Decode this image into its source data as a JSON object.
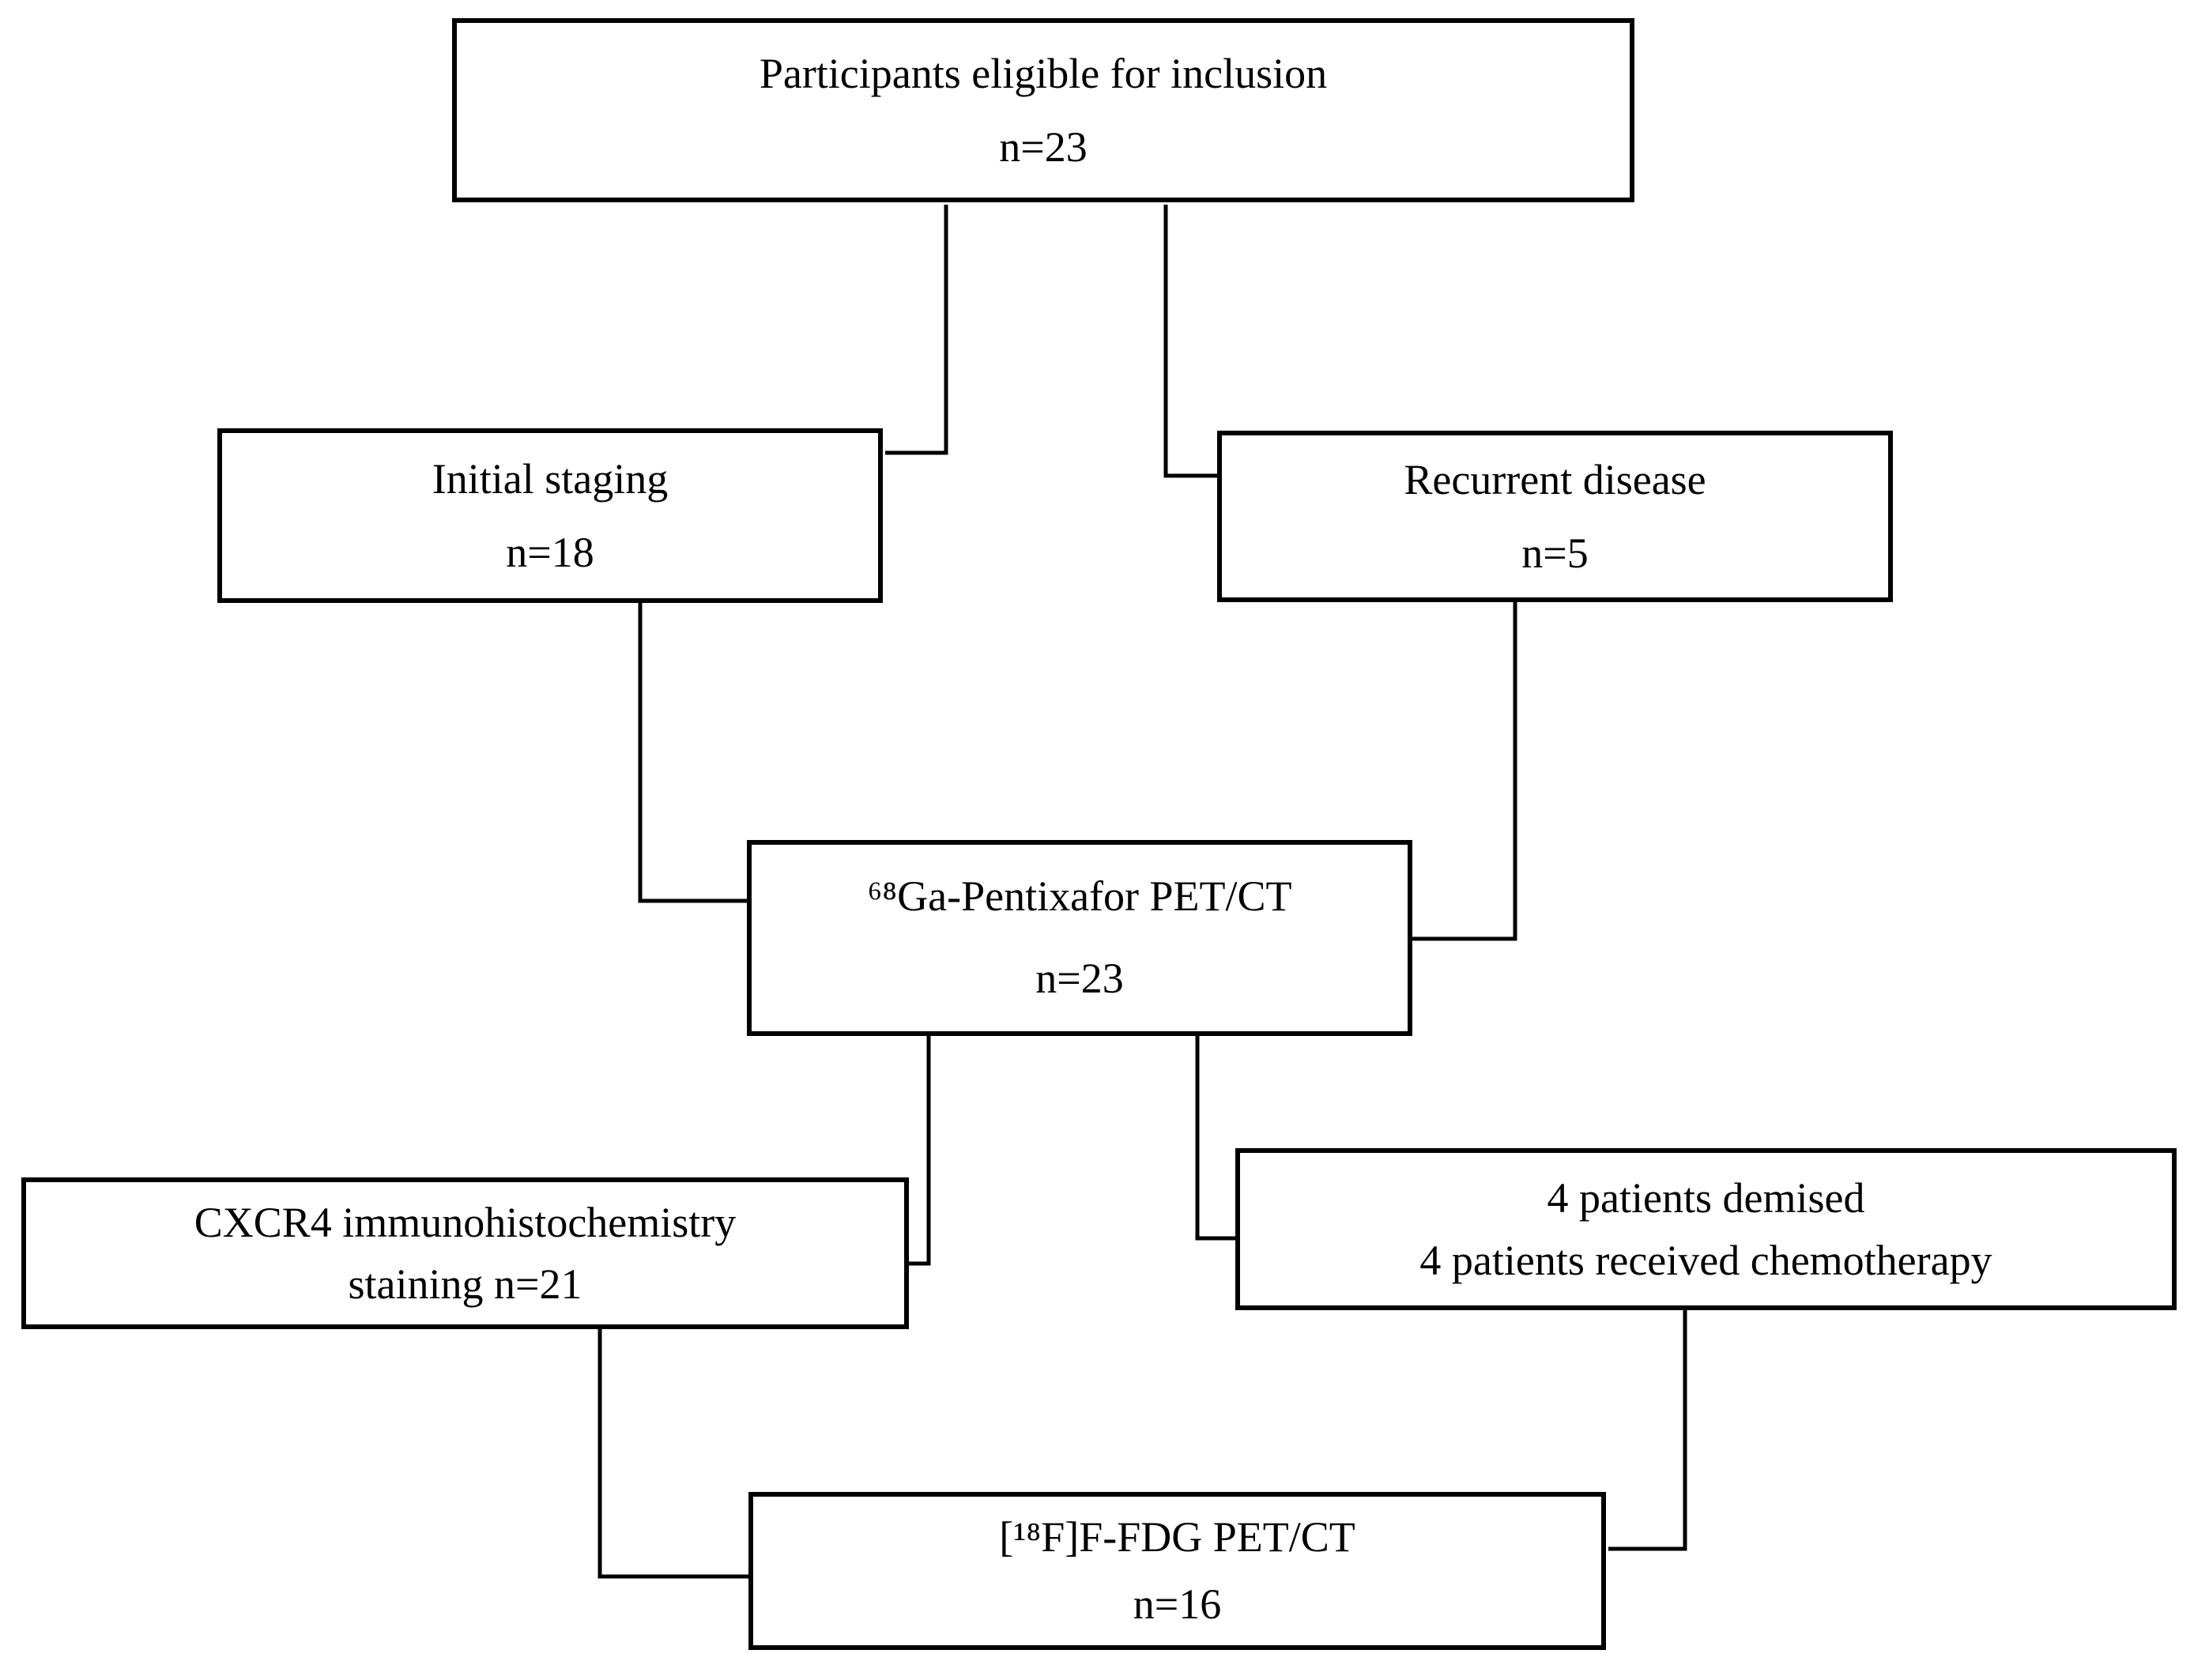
{
  "figure": {
    "type": "participant-flow-diagram",
    "background_color": "#ffffff",
    "line_color": "#000000",
    "nodes": {
      "eligible": {
        "line1": "Participants eligible for inclusion",
        "line2": "n=23"
      },
      "initial": {
        "line1": "Initial staging",
        "line2": "n=18"
      },
      "recurrent": {
        "line1": "Recurrent disease",
        "line2": "n=5"
      },
      "pentixafor": {
        "line1": "⁶⁸Ga-Pentixafor PET/CT",
        "line2": "n=23"
      },
      "cxcr4": {
        "line1": "CXCR4 immunohistochemistry",
        "line2": "staining n=21"
      },
      "dropout": {
        "line1": "4 patients demised",
        "line2": "4 patients received chemotherapy"
      },
      "fdg": {
        "line1": "[¹⁸F]F-FDG PET/CT",
        "line2": "n=16"
      }
    },
    "edges": [
      {
        "from": "eligible",
        "to": "initial"
      },
      {
        "from": "eligible",
        "to": "recurrent"
      },
      {
        "from": "initial",
        "to": "pentixafor"
      },
      {
        "from": "recurrent",
        "to": "pentixafor"
      },
      {
        "from": "pentixafor",
        "to": "cxcr4"
      },
      {
        "from": "pentixafor",
        "to": "dropout"
      },
      {
        "from": "cxcr4",
        "to": "fdg"
      },
      {
        "from": "dropout",
        "to": "fdg"
      }
    ]
  }
}
